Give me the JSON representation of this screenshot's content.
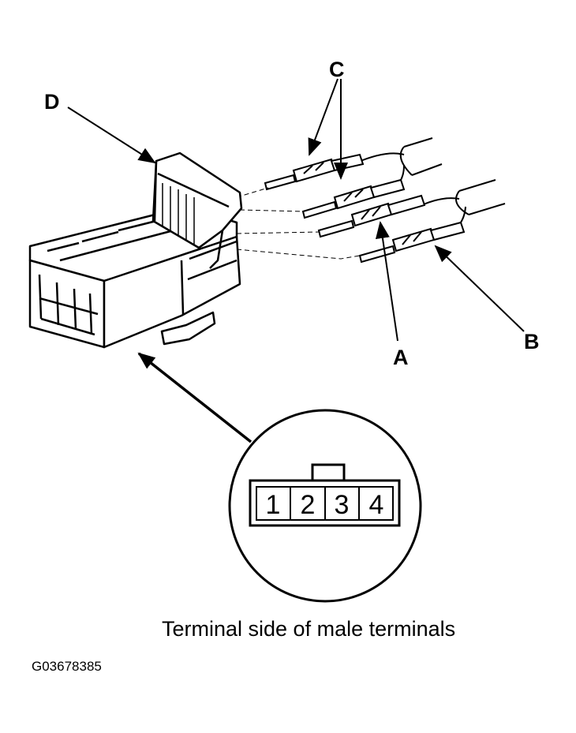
{
  "callouts": {
    "a": "A",
    "b": "B",
    "c": "C",
    "d": "D"
  },
  "pin_numbers": [
    "1",
    "2",
    "3",
    "4"
  ],
  "caption": "Terminal side of male terminals",
  "figure_id": "G03678385"
}
